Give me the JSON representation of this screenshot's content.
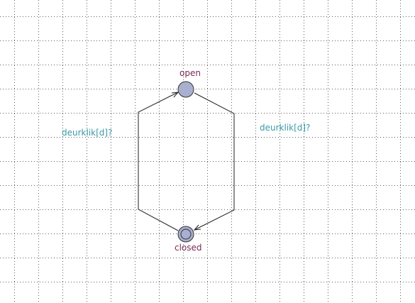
{
  "diagram": {
    "locations": [
      {
        "id": "open",
        "name": "open",
        "initial": false
      },
      {
        "id": "closed",
        "name": "closed",
        "initial": true
      }
    ],
    "edges": [
      {
        "id": "edge-closed-to-open",
        "from": "closed",
        "to": "open",
        "sync": "deurklik[d]?"
      },
      {
        "id": "edge-open-to-closed",
        "from": "open",
        "to": "closed",
        "sync": "deurklik[d]?"
      }
    ]
  },
  "colors": {
    "grid_dot": "#5f5f5f",
    "location_fill": "#a8afcf",
    "location_stroke": "#333333",
    "edge": "#222222",
    "location_name": "#7a2a55",
    "sync_label": "#3a9aa8"
  }
}
